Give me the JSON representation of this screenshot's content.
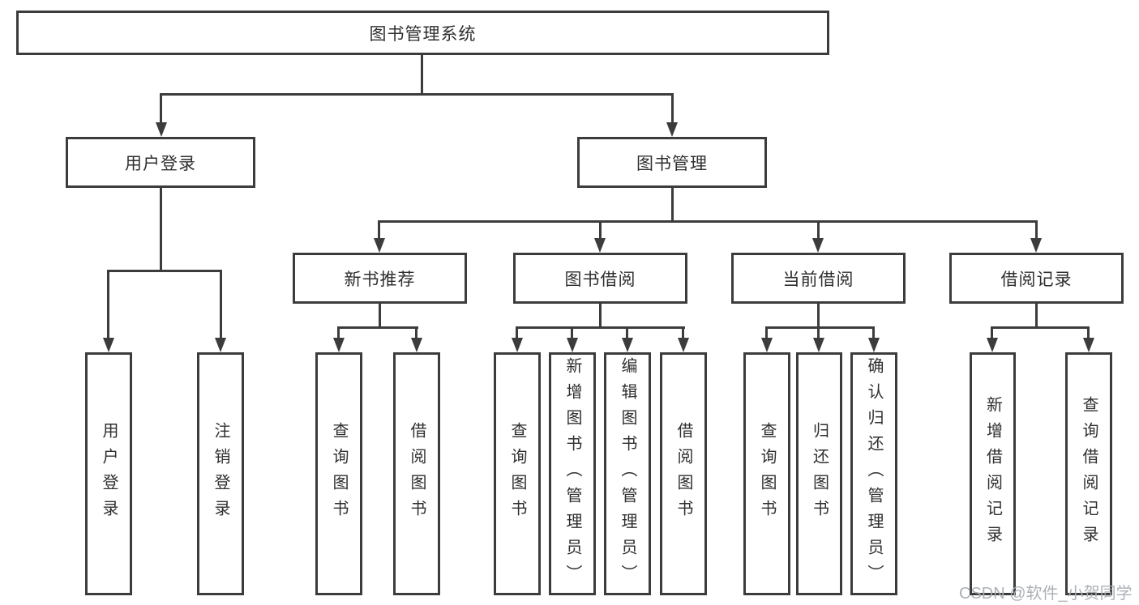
{
  "diagram": {
    "nodes": {
      "root": {
        "label": "图书管理系统"
      },
      "user_login": {
        "label": "用户登录"
      },
      "book_mgmt": {
        "label": "图书管理"
      },
      "new_book_rec": {
        "label": "新书推荐"
      },
      "book_borrow": {
        "label": "图书借阅"
      },
      "current_borrow": {
        "label": "当前借阅"
      },
      "borrow_records": {
        "label": "借阅记录"
      },
      "login_children": [
        {
          "label": "用户登录"
        },
        {
          "label": "注销登录"
        }
      ],
      "new_book_children": [
        {
          "label": "查询图书"
        },
        {
          "label": "借阅图书"
        }
      ],
      "borrow_children": [
        {
          "label": "查询图书"
        },
        {
          "label": "新增图书（管理员）"
        },
        {
          "label": "编辑图书（管理员）"
        },
        {
          "label": "借阅图书"
        }
      ],
      "current_children": [
        {
          "label": "查询图书"
        },
        {
          "label": "归还图书"
        },
        {
          "label": "确认归还（管理员）"
        }
      ],
      "records_children": [
        {
          "label": "新增借阅记录"
        },
        {
          "label": "查询借阅记录"
        }
      ]
    },
    "colors": {
      "line": "#3c3c3c",
      "text": "#2f2f2f",
      "background": "#ffffff",
      "watermark": "#a8adb3"
    }
  },
  "watermark": {
    "text": "CSDN @软件_小贺同学"
  }
}
